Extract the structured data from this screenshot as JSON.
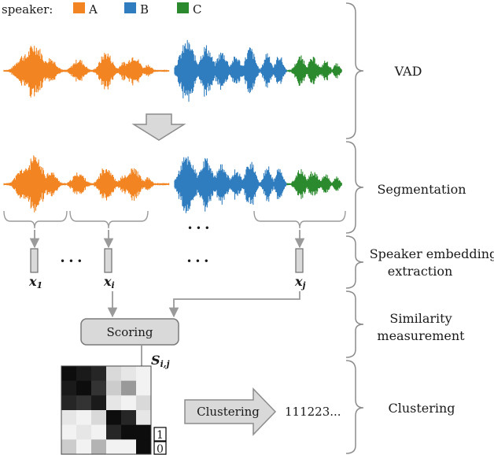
{
  "legend": {
    "label": "speaker:",
    "speakers": [
      {
        "name": "A",
        "color": "#F28522"
      },
      {
        "name": "B",
        "color": "#2F7DBF"
      },
      {
        "name": "C",
        "color": "#2B8A2E"
      }
    ]
  },
  "stages": {
    "vad": "VAD",
    "segmentation": "Segmentation",
    "embedding_line1": "Speaker embedding",
    "embedding_line2": "extraction",
    "similarity_line1": "Similarity",
    "similarity_line2": "measurement",
    "clustering": "Clustering"
  },
  "ellipsis": "• • •",
  "embeddings": {
    "x1_var": "x",
    "x1_sub": "1",
    "xi_var": "x",
    "xi_sub": "i",
    "xj_var": "x",
    "xj_sub": "j"
  },
  "scoring_label": "Scoring",
  "similarity_symbol": {
    "var": "S",
    "sub": "i,j"
  },
  "scale_labels": {
    "max": "1",
    "min": "0"
  },
  "clustering_arrow_label": "Clustering",
  "clustering_output": "111223...",
  "colors": {
    "arrow_gray": "#9A9A9A",
    "box_fill": "#D9D9D9",
    "box_stroke": "#7A7A7A",
    "brace": "#8C8C8C"
  },
  "similarity_matrix": [
    [
      0.05,
      0.1,
      0.15,
      0.85,
      0.9,
      0.95
    ],
    [
      0.1,
      0.05,
      0.2,
      0.8,
      0.6,
      0.95
    ],
    [
      0.15,
      0.2,
      0.1,
      0.9,
      0.95,
      0.85
    ],
    [
      0.9,
      0.95,
      0.85,
      0.05,
      0.15,
      0.9
    ],
    [
      0.95,
      0.9,
      0.95,
      0.15,
      0.05,
      0.05
    ],
    [
      0.8,
      0.95,
      0.7,
      0.95,
      0.95,
      0.05
    ]
  ]
}
